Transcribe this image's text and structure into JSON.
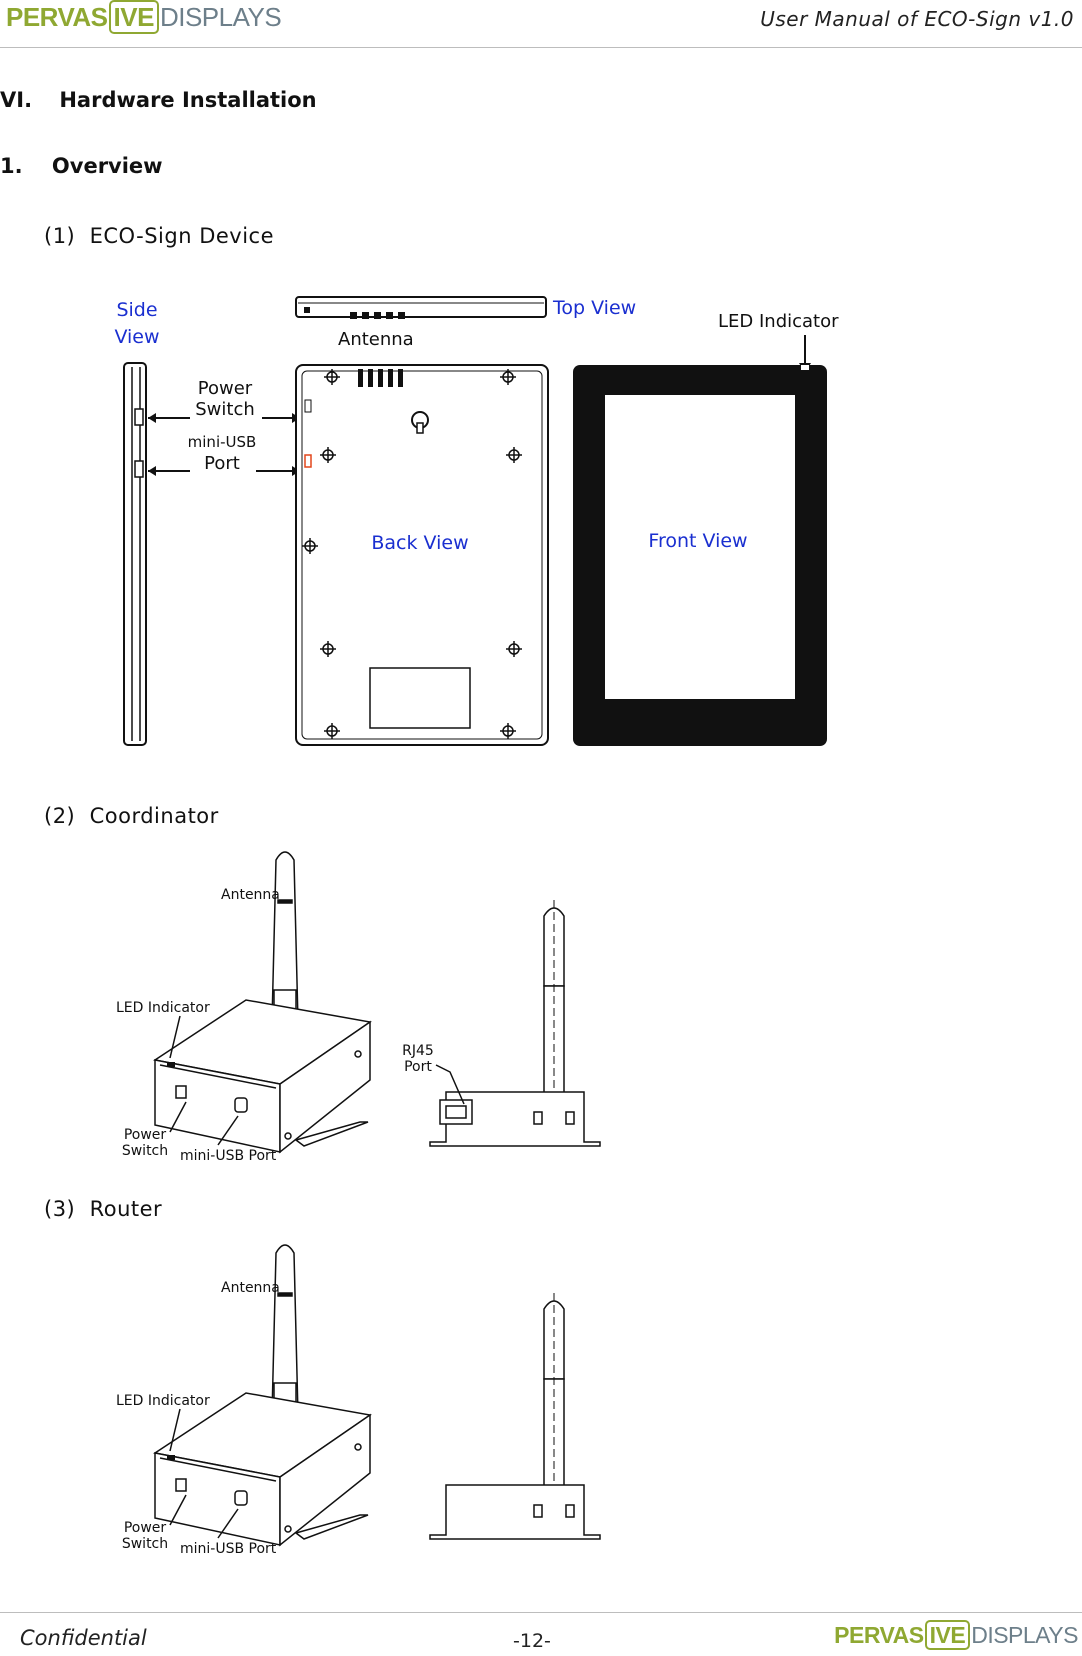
{
  "header": {
    "logo": {
      "part1": "PERVAS",
      "box": "IVE",
      "part2": "DISPLAYS"
    },
    "title": "User Manual of ECO-Sign v1.0"
  },
  "section": {
    "number": "VI.",
    "title": "Hardware Installation"
  },
  "subsection": {
    "number": "1.",
    "title": "Overview"
  },
  "items": [
    {
      "label": "(1)  ECO-Sign Device"
    },
    {
      "label": "(2)  Coordinator"
    },
    {
      "label": "(3)  Router"
    }
  ],
  "figure1": {
    "side_view": [
      "Side",
      "View"
    ],
    "top_view": "Top View",
    "antenna": "Antenna",
    "led_indicator": "LED Indicator",
    "power_switch": [
      "Power",
      "Switch"
    ],
    "mini_usb_port": [
      "mini-USB",
      "Port"
    ],
    "back_view": "Back View",
    "front_view": "Front View",
    "label_color": "#1a2fd0"
  },
  "figure2": {
    "antenna": "Antenna",
    "led_indicator": "LED Indicator",
    "power_switch": [
      "Power",
      "Switch"
    ],
    "mini_usb_port": "mini-USB Port",
    "rj45_port": [
      "RJ45",
      "Port"
    ]
  },
  "figure3": {
    "antenna": "Antenna",
    "led_indicator": "LED Indicator",
    "power_switch": [
      "Power",
      "Switch"
    ],
    "mini_usb_port": "mini-USB Port"
  },
  "footer": {
    "left": "Confidential",
    "page": "-12-",
    "logo": {
      "part1": "PERVAS",
      "box": "IVE",
      "part2": "DISPLAYS"
    }
  }
}
